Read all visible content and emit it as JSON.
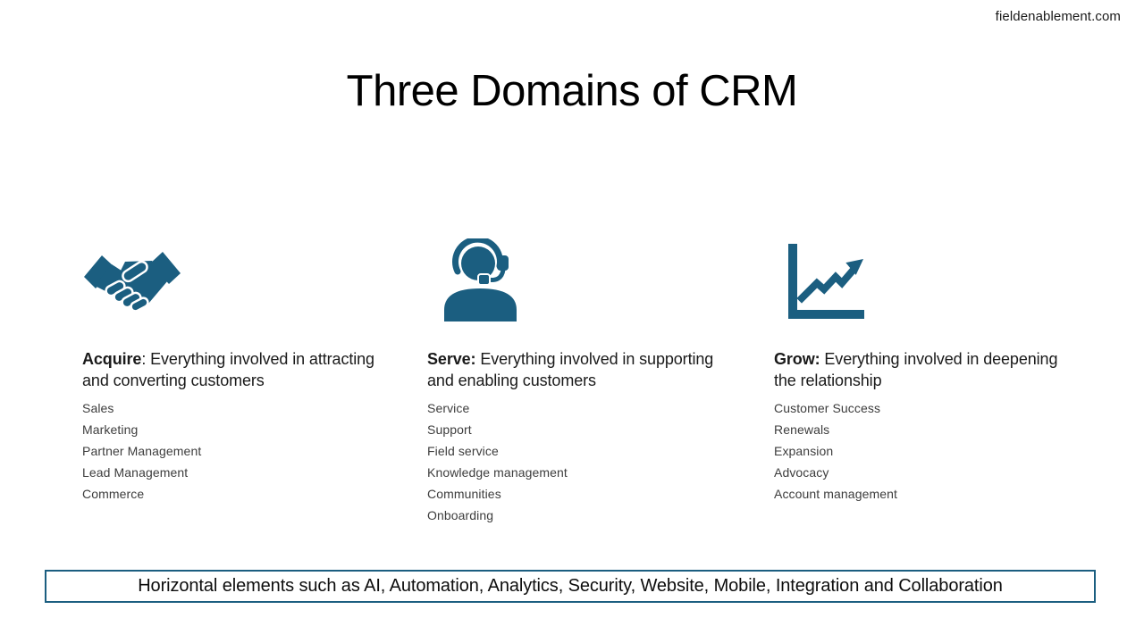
{
  "slide": {
    "site_url": "fieldenablement.com",
    "title": "Three Domains of CRM",
    "banner_text": "Horizontal elements such as AI, Automation, Analytics, Security, Website, Mobile, Integration and Collaboration"
  },
  "columns": [
    {
      "icon": "handshake-icon",
      "term": "Acquire",
      "description": ": Everything involved in attracting and converting customers",
      "items": [
        "Sales",
        "Marketing",
        "Partner Management",
        "Lead Management",
        "Commerce"
      ]
    },
    {
      "icon": "headset-person-icon",
      "term": "Serve:",
      "description": " Everything involved in supporting and enabling customers",
      "items": [
        "Service",
        "Support",
        "Field service",
        "Knowledge management",
        "Communities",
        "Onboarding"
      ]
    },
    {
      "icon": "growth-chart-icon",
      "term": "Grow:",
      "description": " Everything involved in deepening the relationship",
      "items": [
        "Customer Success",
        "Renewals",
        "Expansion",
        "Advocacy",
        "Account management"
      ]
    }
  ],
  "colors": {
    "accent": "#1b5e80",
    "title_text": "#000000",
    "body_text": "#1a1a1a",
    "list_text": "#3d3d3d"
  }
}
